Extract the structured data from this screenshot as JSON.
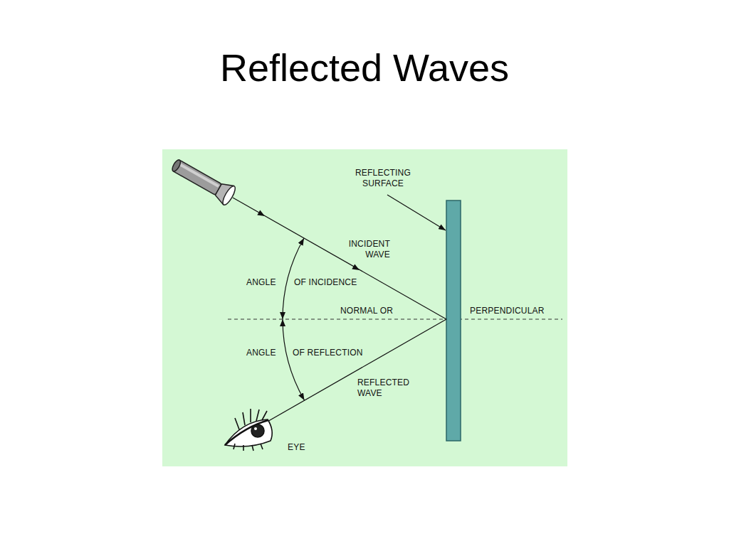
{
  "diagram": {
    "title": "Reflected Waves",
    "labels": [
      "REFLECTING SURFACE",
      "INCIDENT WAVE",
      "ANGLE",
      "OF INCIDENCE",
      "NORMAL OR",
      "PERPENDICULAR",
      "ANGLE",
      "OF REFLECTION",
      "REFLECTED WAVE",
      "EYE"
    ]
  }
}
